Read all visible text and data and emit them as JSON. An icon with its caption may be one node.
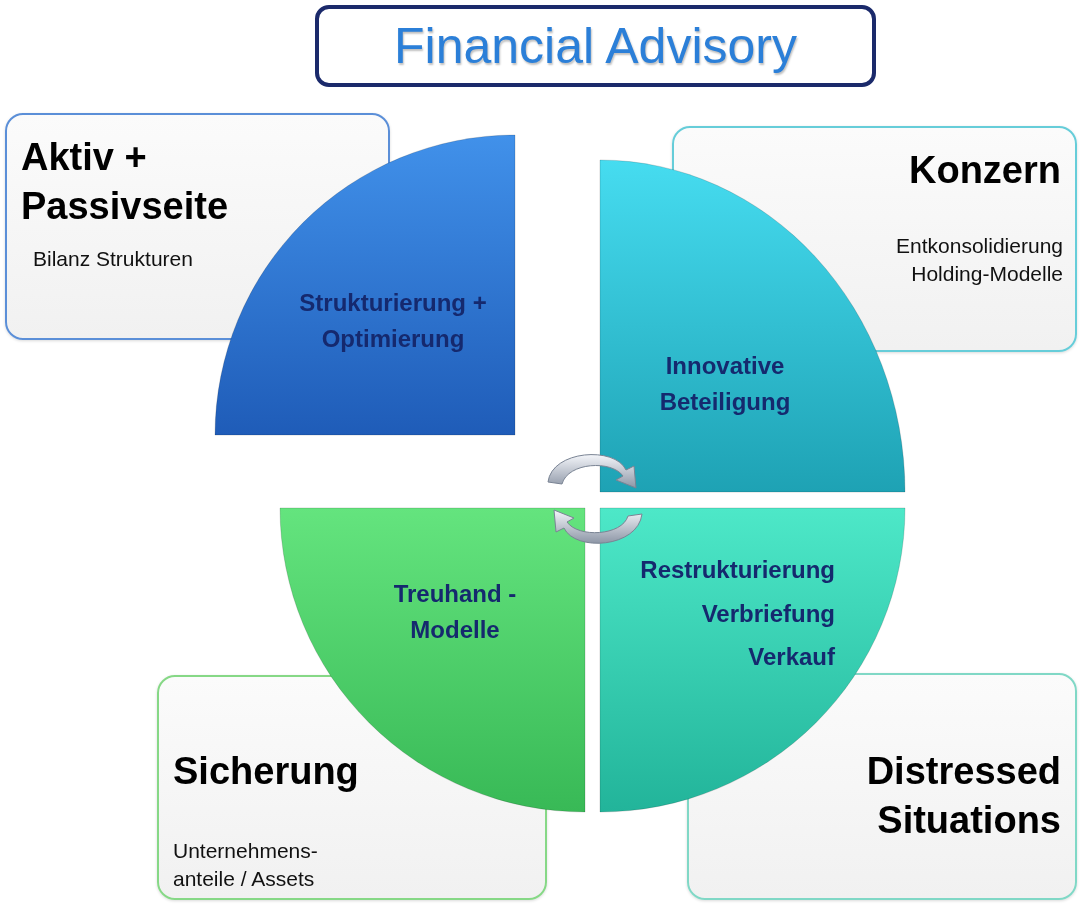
{
  "diagram": {
    "nodes": [
      {
        "text": [
          "Financial Advisory"
        ]
      },
      {
        "text": [
          "Aktiv + Passivseite",
          "Bilanz Strukturen"
        ]
      },
      {
        "text": [
          "Strukturierung + Optimierung"
        ]
      },
      {
        "text": [
          "Konzern",
          "Entkonsolidierung Holding-Modelle"
        ]
      },
      {
        "text": [
          "Innovative Beteiligung"
        ]
      },
      {
        "text": [
          "Treuhand -Modelle"
        ]
      },
      {
        "text": [
          "Restrukturierung",
          "Verbriefung",
          "Verkauf"
        ]
      },
      {
        "text": [
          "Sicherung",
          "Unternehmens- anteile / Assets"
        ]
      },
      {
        "text": [
          "Distressed Situations"
        ]
      }
    ]
  }
}
